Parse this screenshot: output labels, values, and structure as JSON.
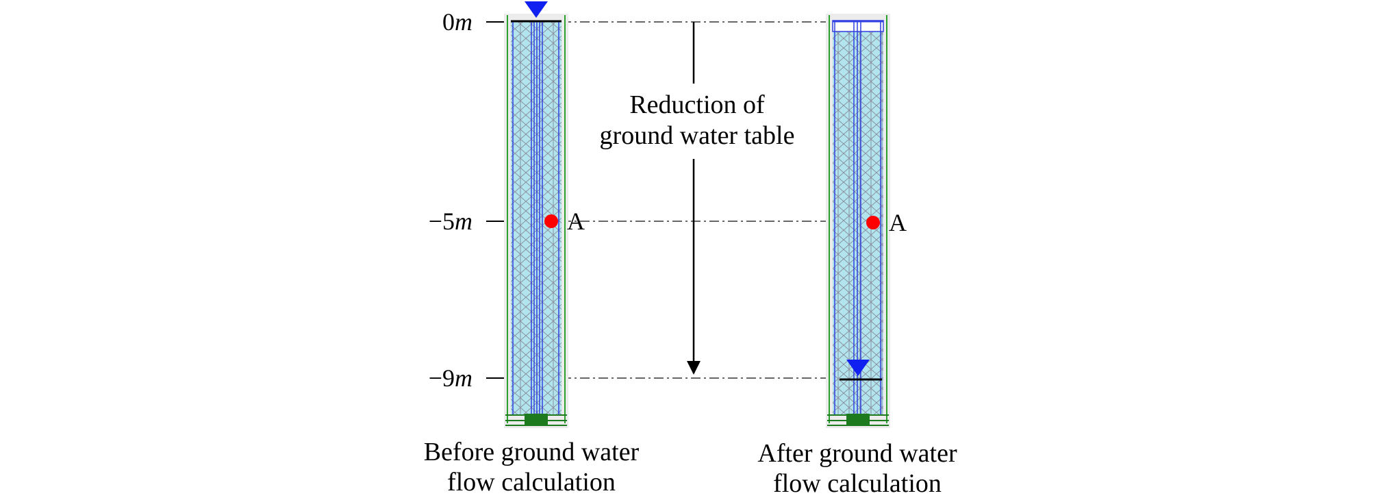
{
  "depth_labels": [
    {
      "prefix": "0",
      "unit": "m"
    },
    {
      "prefix": "−5",
      "unit": "m"
    },
    {
      "prefix": "−9",
      "unit": "m"
    }
  ],
  "annotation": {
    "line1": "Reduction of",
    "line2": "ground water table"
  },
  "point_label": "A",
  "captions": {
    "before": {
      "line1": "Before ground water",
      "line2": "flow calculation"
    },
    "after": {
      "line1": "After ground water",
      "line2": "flow calculation"
    }
  },
  "colors": {
    "soil_fill": "#b2e4ee",
    "mesh": "#8b8f9e",
    "water_line": "#2f3fe0",
    "water_table_marker": "#1020f0",
    "point": "#ff0000",
    "base_plate": "#1e7a1e"
  }
}
